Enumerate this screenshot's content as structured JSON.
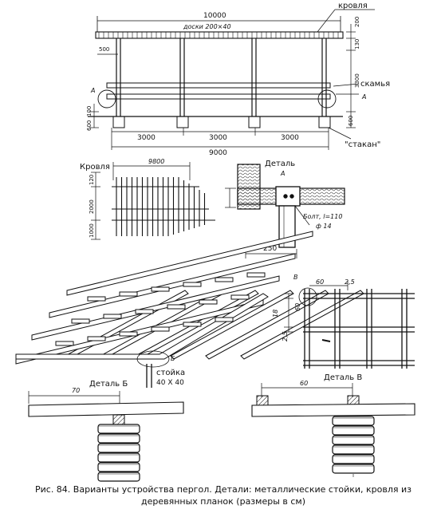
{
  "top_view": {
    "dim_total": "10000",
    "dim_boards": "доски 200×40",
    "roof_label": "кровля",
    "dim_200": "200",
    "dim_500": "500",
    "dim_130": "130",
    "dim_3300": "3300",
    "bench_label": "скамья",
    "marker_a_left": "А",
    "marker_a_right": "А",
    "dim_100": "100",
    "dim_600_left": "600",
    "dim_600_right": "600",
    "dim_span1": "3000",
    "dim_span2": "3000",
    "dim_span3": "3000",
    "dim_9000": "9000",
    "cup_label": "\"стакан\""
  },
  "roof_detail": {
    "title": "Кровля",
    "dim_9800": "9800",
    "dim_120": "120",
    "dim_2000": "2000",
    "dim_1000": "1000"
  },
  "detail_a": {
    "title": "Деталь",
    "title_letter": "А",
    "bolt_label": "Болт, l=110",
    "bolt_dia": "ф 14",
    "dim_250": "250"
  },
  "plan_view": {
    "marker_v": "В",
    "dim_60": "60",
    "dim_2_5_top": "2,5",
    "dim_18": "18",
    "dim_60_vertical": "60",
    "dim_2_5_side": "2,5"
  },
  "pergola_3d": {
    "marker_b": "Б",
    "post_label": "стойка",
    "post_size": "40 X 40"
  },
  "detail_b": {
    "title": "Деталь Б",
    "dim_70": "70"
  },
  "detail_v": {
    "title": "Деталь В",
    "dim_60": "60"
  },
  "caption": "Рис. 84. Варианты устройства пергол. Детали: металлические стойки, кровля из деревянных планок (размеры в см)"
}
